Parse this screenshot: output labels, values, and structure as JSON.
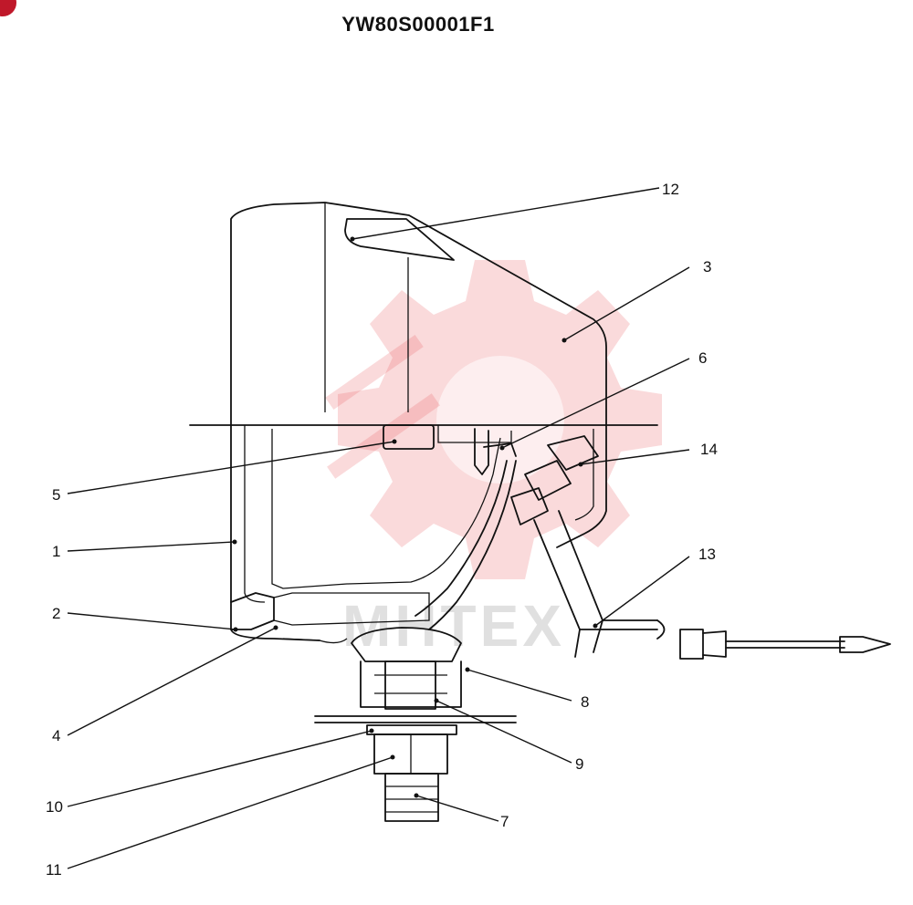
{
  "figure_code": "YW80S00001F1",
  "watermark_text": "MHTEX",
  "callouts": [
    "1",
    "2",
    "3",
    "4",
    "5",
    "6",
    "7",
    "8",
    "9",
    "10",
    "11",
    "12",
    "13",
    "14"
  ]
}
